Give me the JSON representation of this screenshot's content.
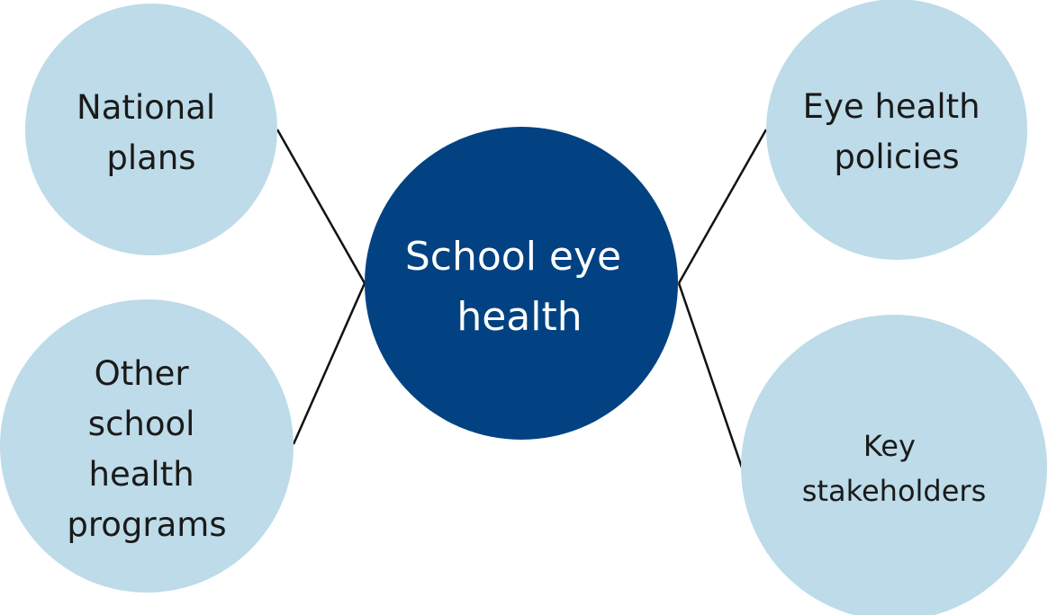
{
  "center": {
    "lines": [
      "School eye",
      "health"
    ]
  },
  "nodes": {
    "national_plans": {
      "lines": [
        "National",
        "plans"
      ]
    },
    "other_programs": {
      "lines": [
        "Other",
        "school",
        "health",
        "programs"
      ]
    },
    "eye_health_policies": {
      "lines": [
        "Eye health",
        "policies"
      ]
    },
    "key_stakeholders": {
      "lines": [
        "Key",
        "stakeholders"
      ]
    }
  },
  "colors": {
    "center_fill": "#024282",
    "node_fill": "#bddbe8",
    "connector": "#111111",
    "center_text": "#ffffff",
    "node_text": "#1a1a1a"
  }
}
